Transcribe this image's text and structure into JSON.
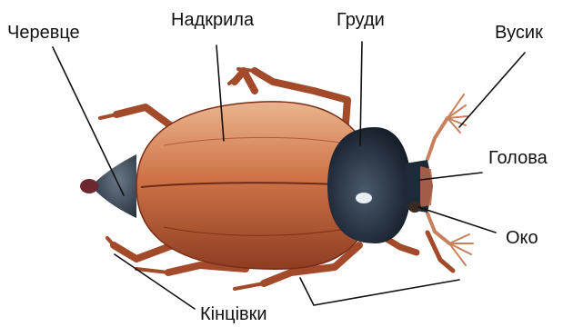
{
  "labels": {
    "abdomen": "Черевце",
    "elytra": "Надкрила",
    "thorax": "Груди",
    "antenna": "Вусик",
    "head": "Голова",
    "eye": "Око",
    "legs": "Кінцівки"
  },
  "colors": {
    "elytra": "#c0603a",
    "elytra_highlight": "#e6a27a",
    "thorax": "#233245",
    "abdomen": "#3c4a58",
    "legs": "#a8502e",
    "antenna": "#e8b49a",
    "leader_line": "#111111"
  }
}
